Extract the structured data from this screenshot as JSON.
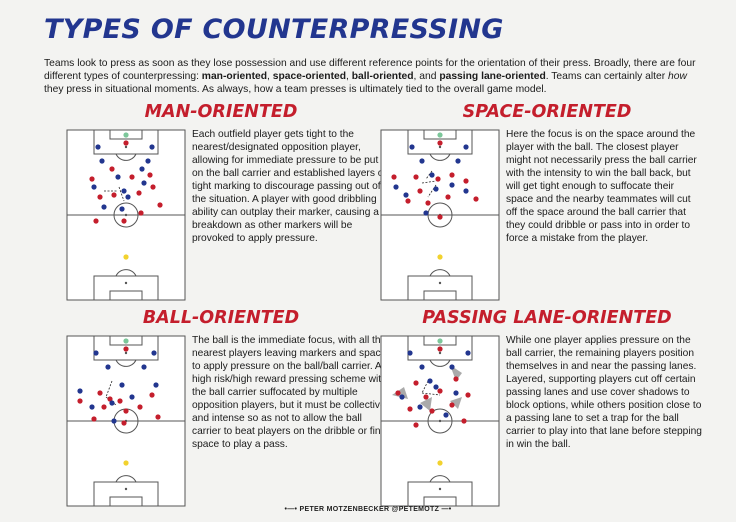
{
  "title": "TYPES OF COUNTERPRESSING",
  "intro": {
    "p1": "Teams look to press as soon as they lose possession and use different reference points for the orientation of their press. Broadly, there are four different types of counterpressing: ",
    "t1": "man-oriented",
    "s1": ", ",
    "t2": "space-oriented",
    "s2": ", ",
    "t3": "ball-oriented",
    "s3": ", and ",
    "t4": "passing lane-oriented",
    "p2": ". Teams can certainly alter ",
    "how": "how",
    "p3": " they press in situational moments. As always, how a team presses is ultimately tied to the overall game model."
  },
  "sections": [
    {
      "title": "MAN-ORIENTED",
      "text": "Each outfield player gets tight to the nearest/designated opposition player, allowing for immediate pressure to be put on the ball carrier and established layers of tight marking to discourage passing out of the situation. A player with good dribbling ability can outplay their marker, causing a breakdown as other markers will be provoked to apply pressure."
    },
    {
      "title": "SPACE-ORIENTED",
      "text": "Here the focus is on the space around the player with the ball. The closest player might not necessarily press the ball carrier with the intensity to win the ball back, but will get tight enough to suffocate their space and the nearby teammates will cut off the space around the ball carrier that they could dribble or pass into in order to force a mistake from the player."
    },
    {
      "title": "BALL-ORIENTED",
      "text": "The ball is the immediate focus, with all the nearest players leaving markers and space to apply pressure on the ball/ball carrier. A high risk/high reward pressing scheme with the ball carrier suffocated by multiple opposition players, but it must be collective and intense so as not to allow the ball carrier to beat players on the dribble or find space to play a pass."
    },
    {
      "title": "PASSING LANE-ORIENTED",
      "text": "While one player applies pressure on the ball carrier, the remaining players position themselves in and near the passing lanes. Layered, supporting players cut off certain passing lanes and use cover shadows to block options, while others position close to a passing lane to set a trap for the ball carrier to play into that lane before stepping in win the ball."
    }
  ],
  "colors": {
    "title": "#22368f",
    "section_title": "#c41e2c",
    "team_red": "#c41e2c",
    "team_blue": "#22368f",
    "keeper_green": "#7cc79a",
    "keeper_yellow": "#f2d22e",
    "pitch_lines": "#555555",
    "cover_shadow": "#8e8e8e"
  },
  "footer": "PETER MOTZENBECKER @PETEMOTZ"
}
